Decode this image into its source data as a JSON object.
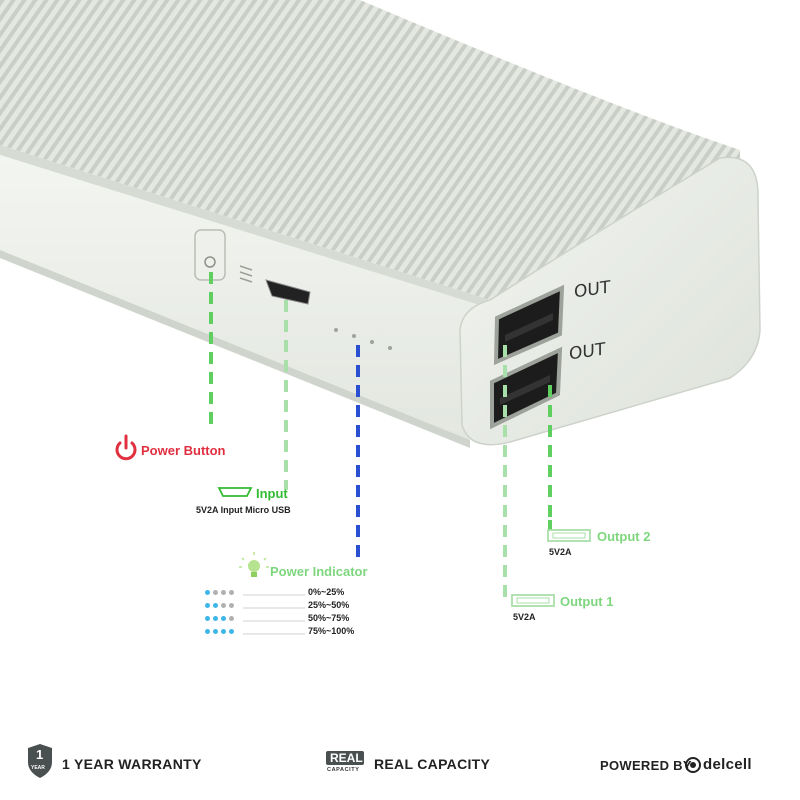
{
  "device": {
    "port_label_1": "OUT",
    "port_label_2": "OUT"
  },
  "callouts": {
    "power_button": "Power Button",
    "input": "Input",
    "input_desc": "5V2A Input Micro USB",
    "power_indicator": "Power Indicator",
    "output_1": "Output 1",
    "output_1_desc": "5V2A",
    "output_2": "Output 2",
    "output_2_desc": "5V2A"
  },
  "indicator_levels": [
    {
      "label": "0%~25%",
      "lit": 1
    },
    {
      "label": "25%~50%",
      "lit": 2
    },
    {
      "label": "50%~75%",
      "lit": 3
    },
    {
      "label": "75%~100%",
      "lit": 4
    }
  ],
  "colors": {
    "lit_dot": "#3fb6e8",
    "unlit_dot": "#b0b0b0",
    "green": "#33bb33",
    "light_green": "#7ed67e",
    "blue_line": "#2a4fd0",
    "red": "#e03040"
  },
  "footer": {
    "warranty_badge_number": "1",
    "warranty_badge_sub": "YEAR",
    "warranty": "1 YEAR WARRANTY",
    "real_badge": "REAL",
    "real_badge_sub": "CAPACITY",
    "real_capacity": "REAL CAPACITY",
    "powered_by": "POWERED BY",
    "brand": "delcell"
  }
}
